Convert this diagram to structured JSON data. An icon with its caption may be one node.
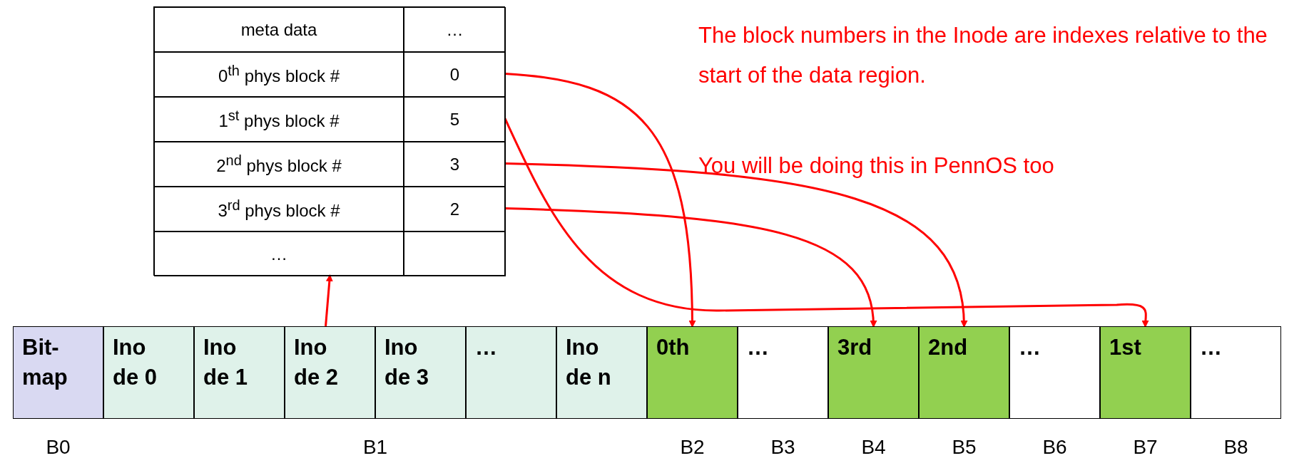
{
  "diagram": {
    "nodes": [
      {
        "text": [],
        "shape": "box"
      },
      {
        "text": [
          "meta data"
        ],
        "in": 0
      },
      {
        "text": [
          "…"
        ],
        "in": 0
      },
      {
        "text": [
          "0$^{th}$ phys block #"
        ],
        "in": 0
      },
      {
        "text": [
          "0"
        ],
        "in": 0
      },
      {
        "text": [
          "1$^{st}$ phys block #"
        ],
        "in": 0
      },
      {
        "text": [
          "5"
        ],
        "in": 0
      },
      {
        "text": [
          "2$^{nd}$ phys block #"
        ],
        "in": 0
      },
      {
        "text": [
          "3"
        ],
        "in": 0
      },
      {
        "text": [
          "3$^{rd}$ phys block #"
        ],
        "in": 0
      },
      {
        "text": [
          "2"
        ],
        "in": 0
      },
      {
        "text": [
          "…"
        ],
        "in": 0
      },
      {
        "text": [
          "Bit- map"
        ]
      },
      {
        "text": [
          "Ino de 0"
        ]
      },
      {
        "text": [
          "Ino de 1"
        ]
      },
      {
        "text": [
          "Ino de 2"
        ]
      },
      {
        "text": [
          "Ino de 3"
        ]
      },
      {
        "text": [
          "…"
        ]
      },
      {
        "text": [
          "Ino de n"
        ]
      },
      {
        "text": [
          "0th"
        ]
      },
      {
        "text": [
          "…"
        ]
      },
      {
        "text": [
          "3rd"
        ]
      },
      {
        "text": [
          "2nd"
        ]
      },
      {
        "text": [
          "…"
        ]
      },
      {
        "text": [
          "1st"
        ]
      },
      {
        "text": [
          "…"
        ]
      }
    ],
    "edges": [
      {
        "from": 15,
        "to": 0,
        "arrow": "to"
      },
      {
        "from": 4,
        "to": 19,
        "arrow": "to"
      },
      {
        "from": 6,
        "to": 24,
        "arrow": "to"
      },
      {
        "from": 8,
        "to": 22,
        "arrow": "to"
      },
      {
        "from": 10,
        "to": 21,
        "arrow": "to"
      }
    ],
    "labels": [
      "The block numbers in the Inode are indexes relative to the start of the data region.",
      "You will be doing this in PennOS too",
      "B0",
      "B1",
      "B2",
      "B3",
      "B4",
      "B5",
      "B6",
      "B7",
      "B8"
    ]
  }
}
